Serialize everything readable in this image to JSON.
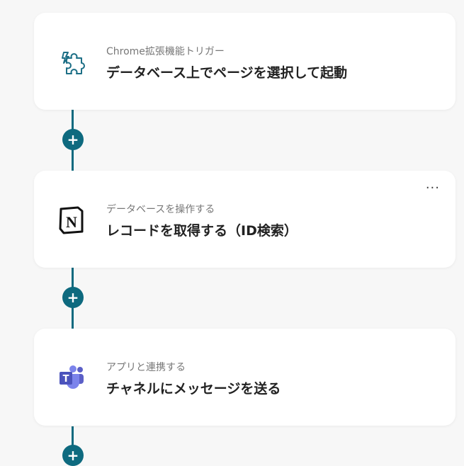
{
  "steps": [
    {
      "subtitle": "Chrome拡張機能トリガー",
      "title": "データベース上でページを選択して起動",
      "icon": "chrome-extension-puzzle-icon"
    },
    {
      "subtitle": "データベースを操作する",
      "title": "レコードを取得する（ID検索）",
      "icon": "notion-icon",
      "menu": "···"
    },
    {
      "subtitle": "アプリと連携する",
      "title": "チャネルにメッセージを送る",
      "icon": "microsoft-teams-icon"
    }
  ],
  "add_label": "+",
  "colors": {
    "accent": "#0e6a7f",
    "teams": "#5b5fc7"
  }
}
